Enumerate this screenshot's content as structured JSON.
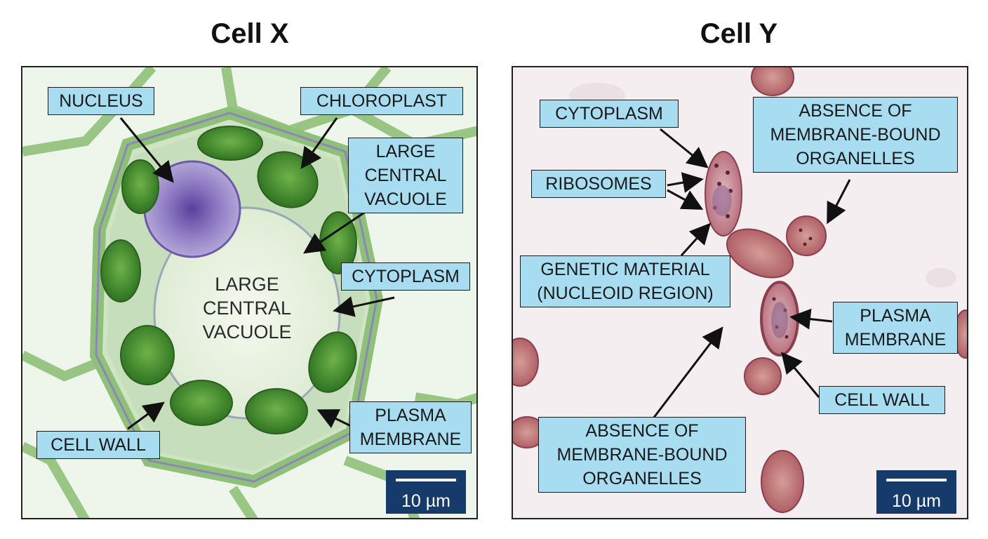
{
  "panels": [
    {
      "title": "Cell X",
      "labels": {
        "nucleus": "NUCLEUS",
        "chloroplast": "CHLOROPLAST",
        "vacuole_box": "LARGE\nCENTRAL\nVACUOLE",
        "vacuole_center": "LARGE\nCENTRAL\nVACUOLE",
        "cytoplasm": "CYTOPLASM",
        "cell_wall": "CELL WALL",
        "plasma_membrane": "PLASMA\nMEMBRANE"
      },
      "scale_bar": "10 µm"
    },
    {
      "title": "Cell Y",
      "labels": {
        "cytoplasm": "CYTOPLASM",
        "ribosomes": "RIBOSOMES",
        "absence_top": "ABSENCE OF\nMEMBRANE-BOUND\nORGANELLES",
        "genetic_material": "GENETIC MATERIAL\n(NUCLEOID REGION)",
        "plasma_membrane": "PLASMA\nMEMBRANE",
        "cell_wall": "CELL WALL",
        "absence_bottom": "ABSENCE OF\nMEMBRANE-BOUND\nORGANELLES"
      },
      "scale_bar": "10 µm"
    }
  ],
  "colors": {
    "label_fill": "#a8dcf0",
    "scale_fill": "#163a6a",
    "plant_wall": "#8fc07a",
    "chloroplast": "#3d8a2a",
    "nucleus": "#8e7cc3",
    "bacterium": "#c98a8a"
  }
}
